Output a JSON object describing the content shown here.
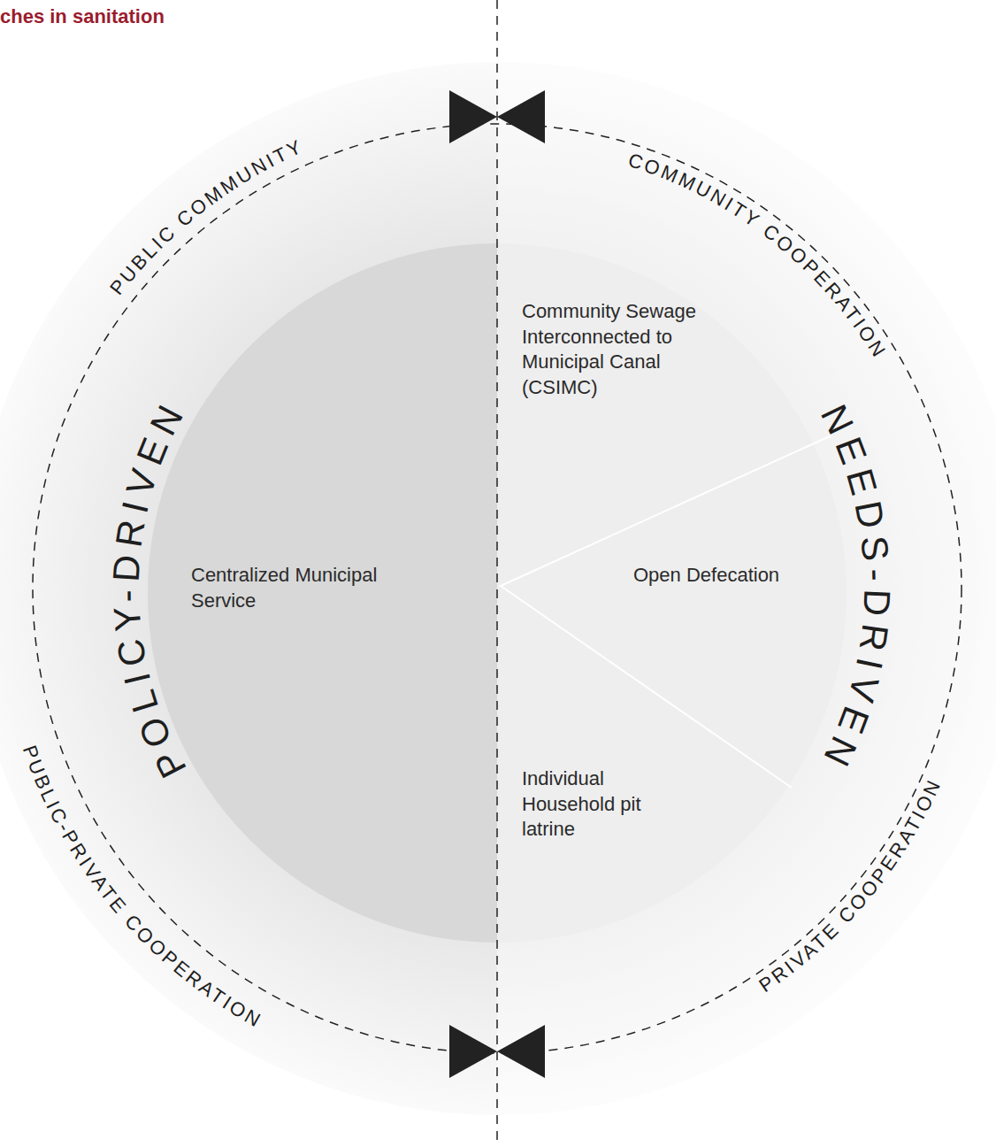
{
  "diagram": {
    "title": "ches in sanitation",
    "labels": [
      "PUBLIC COMMUNITY",
      "COMMUNITY COOPERATION",
      "Community Sewage Interconnected to Municipal Canal (CSIMC)",
      "POLICY-DRIVEN",
      "Centralized Municipal Service",
      "Open Defecation",
      "NEEDS-DRIVEN",
      "Individual Household pit latrine",
      "PUBLIC-PRIVATE COOPERATION",
      "PRIVATE COOPERATION"
    ]
  }
}
